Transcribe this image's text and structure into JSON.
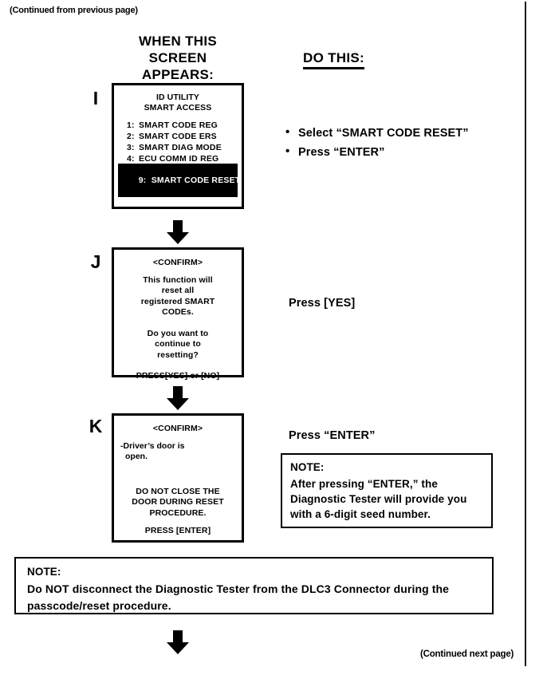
{
  "page": {
    "continued_top": "(Continued from previous page)",
    "continued_bottom": "(Continued next page)",
    "headers": {
      "left_line1": "WHEN THIS",
      "left_line2": "SCREEN APPEARS:",
      "right": "DO THIS:"
    }
  },
  "steps": [
    {
      "letter": "I",
      "screen": {
        "title_line1": "ID UTILITY",
        "title_line2": "SMART ACCESS",
        "menu": [
          {
            "index": "1:",
            "label": "SMART CODE REG"
          },
          {
            "index": "2:",
            "label": "SMART CODE ERS"
          },
          {
            "index": "3:",
            "label": "SMART DIAG MODE"
          },
          {
            "index": "4:",
            "label": "ECU COMM ID REG"
          }
        ],
        "selected": {
          "index": "9:",
          "label": "SMART CODE RESET"
        }
      },
      "instructions": {
        "bullet1": "Select “SMART CODE RESET”",
        "bullet2": "Press “ENTER”"
      }
    },
    {
      "letter": "J",
      "screen": {
        "title": "<CONFIRM>",
        "para1_line1": "This function will",
        "para1_line2": "reset all",
        "para1_line3": "registered SMART",
        "para1_line4": "CODEs.",
        "para2_line1": "Do you want to",
        "para2_line2": "continue to",
        "para2_line3": "resetting?",
        "footer": "PRESS[YES] or [NO]"
      },
      "instructions": {
        "text": "Press [YES]"
      }
    },
    {
      "letter": "K",
      "screen": {
        "title": "<CONFIRM>",
        "status_line1": "-Driver’s door is",
        "status_line2": "open.",
        "warn_line1": "DO NOT CLOSE THE",
        "warn_line2": "DOOR DURING RESET",
        "warn_line3": "PROCEDURE.",
        "footer": "PRESS [ENTER]"
      },
      "instructions": {
        "text": "Press “ENTER”"
      },
      "note": {
        "title": "NOTE:",
        "line1": "After pressing “ENTER,” the",
        "line2": "Diagnostic Tester will provide you",
        "line3": "with a 6-digit seed number."
      }
    }
  ],
  "bottom_note": {
    "title": "NOTE:",
    "line1": "Do NOT disconnect the Diagnostic Tester from the DLC3 Connector during the",
    "line2": "passcode/reset procedure."
  },
  "colors": {
    "ink": "#000000",
    "paper": "#ffffff",
    "highlight_bg": "#000000",
    "highlight_fg": "#ffffff"
  }
}
